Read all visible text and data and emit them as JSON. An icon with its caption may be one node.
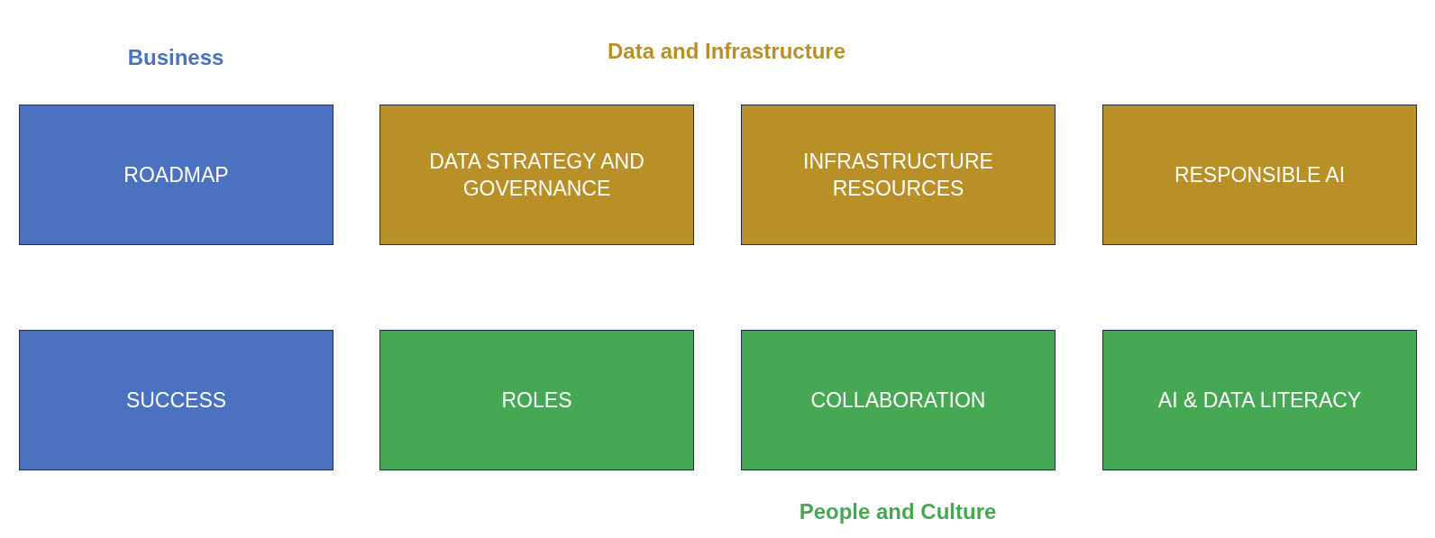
{
  "diagram": {
    "nodes": [
      {
        "text": [
          "ROADMAP"
        ]
      },
      {
        "text": [
          "DATA STRATEGY AND GOVERNANCE"
        ]
      },
      {
        "text": [
          "INFRASTRUCTURE RESOURCES"
        ]
      },
      {
        "text": [
          "RESPONSIBLE AI"
        ]
      },
      {
        "text": [
          "SUCCESS"
        ]
      },
      {
        "text": [
          "ROLES"
        ]
      },
      {
        "text": [
          "COLLABORATION"
        ]
      },
      {
        "text": [
          "AI & DATA LITERACY"
        ]
      }
    ],
    "labels": [
      "Business",
      "Data and Infrastructure",
      "People and Culture"
    ]
  }
}
